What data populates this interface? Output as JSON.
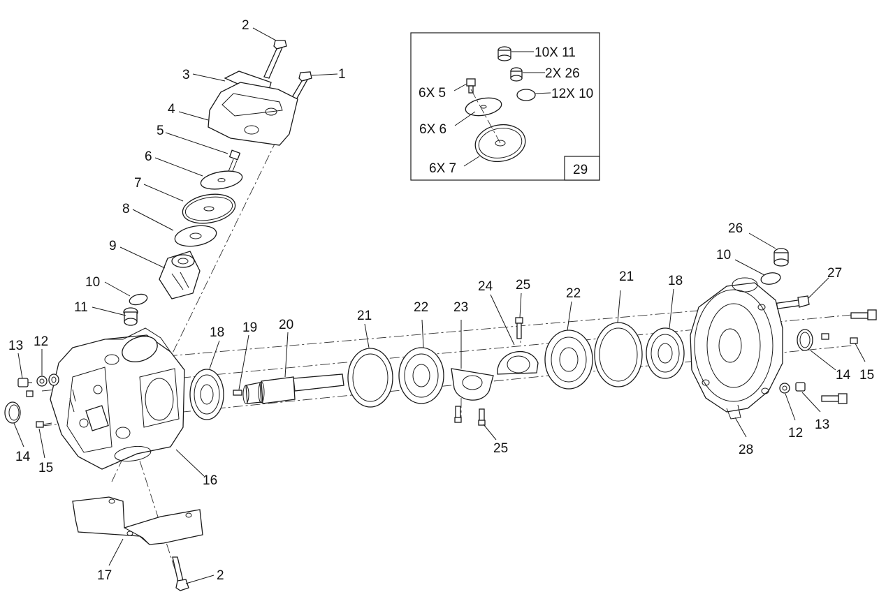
{
  "labels": {
    "p2_top": "2",
    "p1": "1",
    "p3": "3",
    "p4": "4",
    "p5": "5",
    "p6": "6",
    "p7": "7",
    "p8": "8",
    "p9": "9",
    "p10_left": "10",
    "p11": "11",
    "p13_left": "13",
    "p12_left": "12",
    "p14_left": "14",
    "p15_left": "15",
    "p16": "16",
    "p17": "17",
    "p2_bottom": "2",
    "p18_left": "18",
    "p19": "19",
    "p20": "20",
    "p21_left": "21",
    "p22_left": "22",
    "p23": "23",
    "p24": "24",
    "p25_top": "25",
    "p25_bottom": "25",
    "p22_right": "22",
    "p21_right": "21",
    "p18_right": "18",
    "p26": "26",
    "p10_right": "10",
    "p27": "27",
    "p14_right": "14",
    "p15_right": "15",
    "p12_right": "12",
    "p13_right": "13",
    "p28": "28"
  },
  "inset": {
    "k11": "10X 11",
    "k26": "2X  26",
    "k10": "12X 10",
    "k5": "6X 5",
    "k6": "6X 6",
    "k7": "6X 7",
    "number": "29"
  }
}
